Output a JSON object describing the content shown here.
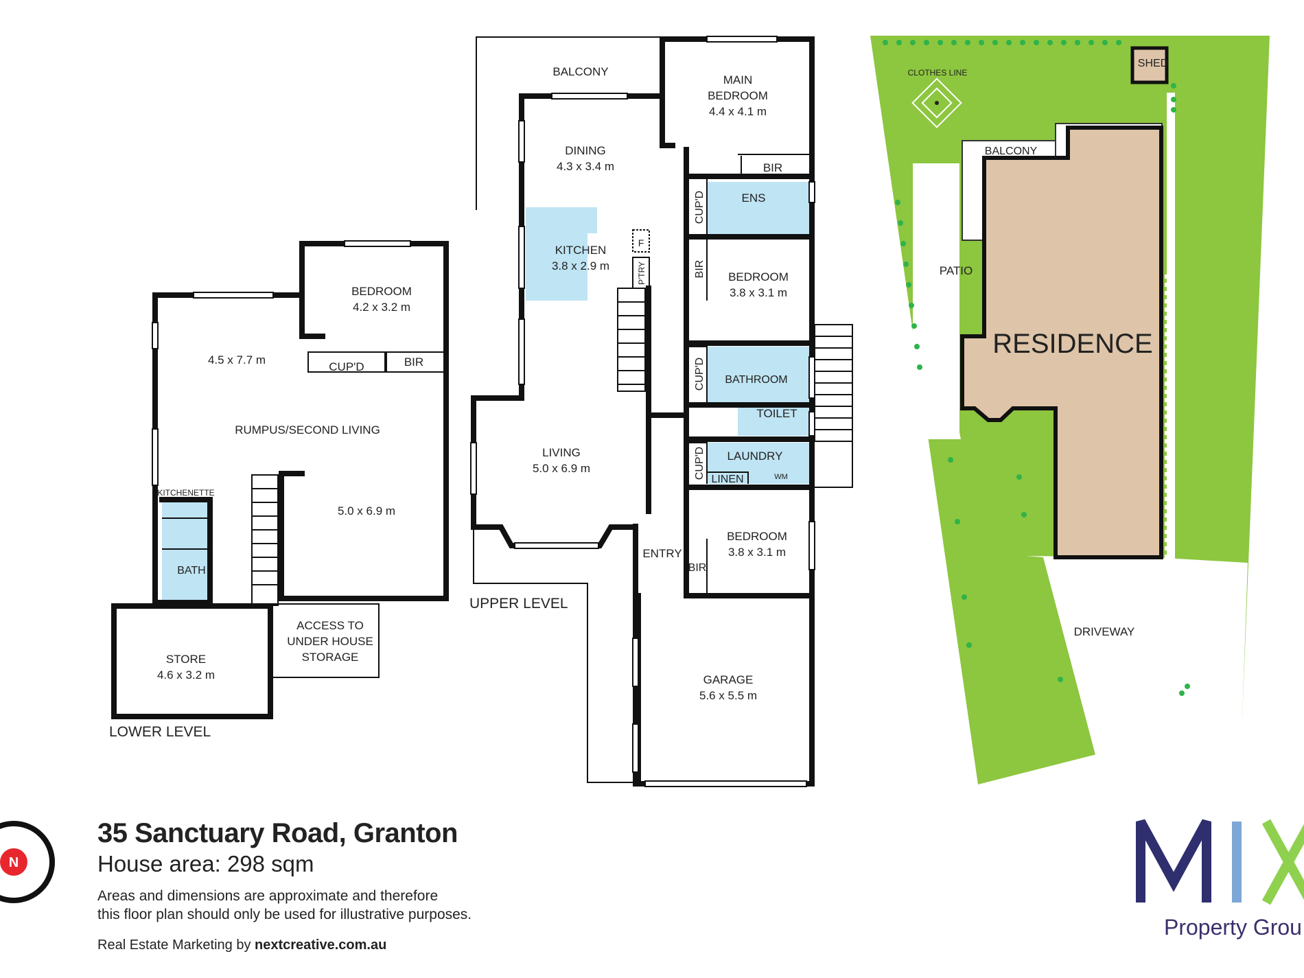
{
  "property": {
    "address": "35 Sanctuary Road, Granton",
    "house_area": "House area: 298 sqm",
    "disclaimer_line1": "Areas and dimensions are approximate and therefore",
    "disclaimer_line2": "this floor plan should only be used for illustrative purposes.",
    "marketing_prefix": "Real Estate Marketing by ",
    "marketing_site": "nextcreative.com.au"
  },
  "brand": {
    "letters": "MIX",
    "tagline": "Property Grou",
    "colors": {
      "M": "#2f2e6e",
      "I": "#7da7d6",
      "X": "#8fd14f",
      "text": "#3c2f6c"
    }
  },
  "compass": {
    "letter": "N",
    "color": "#e8262d"
  },
  "colors": {
    "wet_area": "#bfe4f3",
    "lawn": "#8dc63f",
    "residence": "#dec4a8",
    "tree": "#2fb34a"
  },
  "levels": {
    "lower": "LOWER LEVEL",
    "upper": "UPPER LEVEL"
  },
  "lower_rooms": {
    "bedroom": "BEDROOM",
    "bedroom_size": "4.2 x 3.2 m",
    "rumpus_size_a": "4.5 x 7.7 m",
    "cupd": "CUP'D",
    "bir": "BIR",
    "rumpus": "RUMPUS/SECOND LIVING",
    "rumpus_size_b": "5.0 x 6.9 m",
    "kitchenette": "KITCHENETTE",
    "bath": "BATH",
    "access1": "ACCESS TO",
    "access2": "UNDER HOUSE",
    "access3": "STORAGE",
    "store": "STORE",
    "store_size": "4.6 x 3.2 m"
  },
  "upper_rooms": {
    "balcony": "BALCONY",
    "main_bedroom1": "MAIN",
    "main_bedroom2": "BEDROOM",
    "main_bedroom_size": "4.4 x 4.1 m",
    "dining": "DINING",
    "dining_size": "4.3 x 3.4 m",
    "bir": "BIR",
    "ens": "ENS",
    "cupd": "CUP'D",
    "kitchen": "KITCHEN",
    "kitchen_size": "3.8 x 2.9 m",
    "fridge": "F",
    "pantry": "P'TRY",
    "bedroom2": "BEDROOM",
    "bedroom2_size": "3.8 x 3.1 m",
    "bathroom": "BATHROOM",
    "toilet": "TOILET",
    "living": "LIVING",
    "living_size": "5.0 x 6.9 m",
    "laundry": "LAUNDRY",
    "linen": "LINEN",
    "wm": "WM",
    "entry": "ENTRY",
    "bedroom3": "BEDROOM",
    "bedroom3_size": "3.8 x 3.1 m",
    "garage": "GARAGE",
    "garage_size": "5.6 x 5.5 m"
  },
  "site": {
    "clothes_line": "CLOTHES LINE",
    "shed": "SHED",
    "balcony": "BALCONY",
    "patio": "PATIO",
    "residence": "RESIDENCE",
    "driveway": "DRIVEWAY"
  }
}
